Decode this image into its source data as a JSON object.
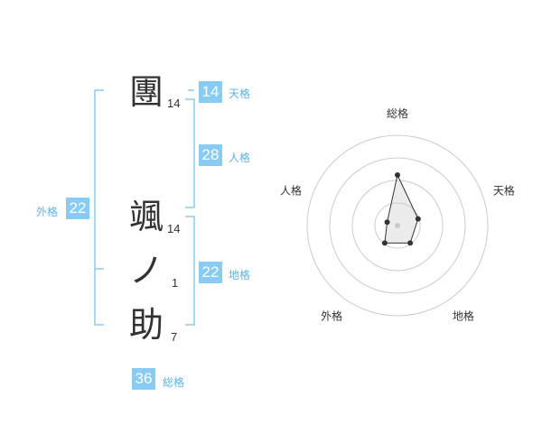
{
  "name": {
    "characters": [
      {
        "char": "團",
        "strokes": "14"
      },
      {
        "char": "颯",
        "strokes": "14"
      },
      {
        "char": "ノ",
        "strokes": "1"
      },
      {
        "char": "助",
        "strokes": "7"
      }
    ]
  },
  "fortunes": {
    "tenkaku": {
      "value": "14",
      "label": "天格"
    },
    "jinkaku": {
      "value": "28",
      "label": "人格"
    },
    "chikaku": {
      "value": "22",
      "label": "地格"
    },
    "gaikaku": {
      "value": "22",
      "label": "外格"
    },
    "soukaku": {
      "value": "36",
      "label": "総格"
    }
  },
  "colors": {
    "accent": "#88ccf5",
    "label_text": "#5ab4ea",
    "bracket": "#88ccf5"
  },
  "chart_data": {
    "type": "radar",
    "axes": [
      "総格",
      "天格",
      "地格",
      "外格",
      "人格"
    ],
    "rings": 4,
    "values": [
      0.56,
      0.24,
      0.24,
      0.24,
      0.12
    ]
  }
}
